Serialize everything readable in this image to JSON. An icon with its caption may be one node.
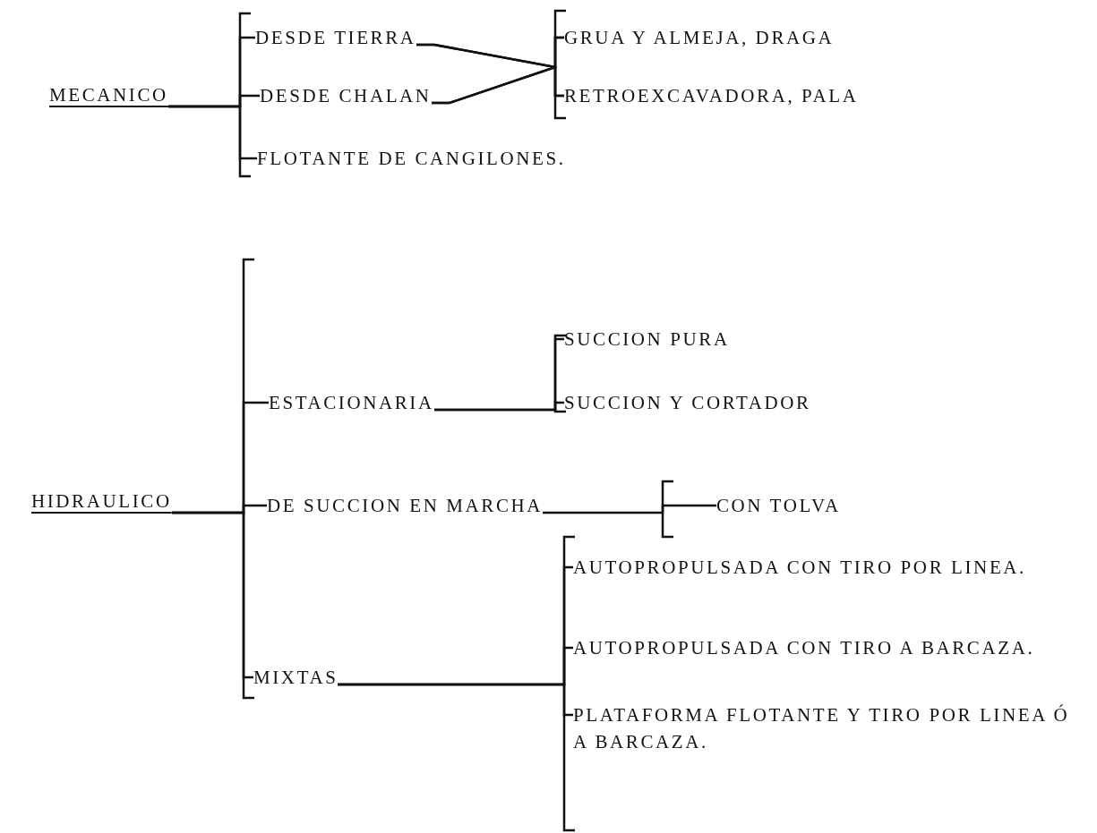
{
  "diagram": {
    "nodes": [
      {
        "text": [
          "MECANICO"
        ]
      },
      {
        "text": [
          "DESDE TIERRA"
        ]
      },
      {
        "text": [
          "DESDE CHALAN"
        ]
      },
      {
        "text": [
          "FLOTANTE DE CANGILONES."
        ]
      },
      {
        "text": [
          "GRUA Y ALMEJA, DRAGA"
        ]
      },
      {
        "text": [
          "RETROEXCAVADORA, PALA"
        ]
      },
      {
        "text": [
          "HIDRAULICO"
        ]
      },
      {
        "text": [
          "ESTACIONARIA"
        ]
      },
      {
        "text": [
          "DE SUCCION EN MARCHA"
        ]
      },
      {
        "text": [
          "MIXTAS"
        ]
      },
      {
        "text": [
          "SUCCION PURA"
        ]
      },
      {
        "text": [
          "SUCCION Y CORTADOR"
        ]
      },
      {
        "text": [
          "CON TOLVA"
        ]
      },
      {
        "text": [
          "AUTOPROPULSADA CON TIRO POR LINEA."
        ]
      },
      {
        "text": [
          "AUTOPROPULSADA CON TIRO A BARCAZA."
        ]
      },
      {
        "text": [
          "PLATAFORMA FLOTANTE Y TIRO POR LINEA Ó A BARCAZA."
        ]
      }
    ],
    "edges": [
      {
        "from": 0,
        "to": 1,
        "arrow": "none"
      },
      {
        "from": 0,
        "to": 2,
        "arrow": "none"
      },
      {
        "from": 0,
        "to": 3,
        "arrow": "none"
      },
      {
        "from": 1,
        "to": 4,
        "arrow": "none"
      },
      {
        "from": 1,
        "to": 5,
        "arrow": "none"
      },
      {
        "from": 2,
        "to": 4,
        "arrow": "none"
      },
      {
        "from": 2,
        "to": 5,
        "arrow": "none"
      },
      {
        "from": 6,
        "to": 7,
        "arrow": "none"
      },
      {
        "from": 6,
        "to": 8,
        "arrow": "none"
      },
      {
        "from": 6,
        "to": 9,
        "arrow": "none"
      },
      {
        "from": 7,
        "to": 10,
        "arrow": "none"
      },
      {
        "from": 7,
        "to": 11,
        "arrow": "none"
      },
      {
        "from": 8,
        "to": 12,
        "arrow": "none"
      },
      {
        "from": 9,
        "to": 13,
        "arrow": "none"
      },
      {
        "from": 9,
        "to": 14,
        "arrow": "none"
      },
      {
        "from": 9,
        "to": 15,
        "arrow": "none"
      }
    ]
  }
}
